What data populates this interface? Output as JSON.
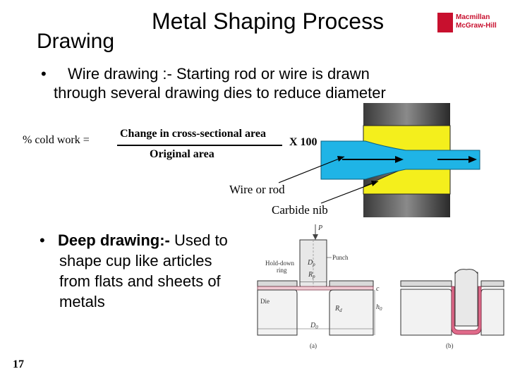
{
  "slide": {
    "title": "Metal Shaping Process",
    "section": "Drawing",
    "logo": {
      "line1": "Macmillan",
      "line2": "McGraw-Hill"
    },
    "page_number": "17"
  },
  "wire_drawing": {
    "bullet": "•",
    "term": "Wire drawing :-",
    "line1_rest": " Starting rod or wire is drawn",
    "line2": "through several drawing dies to reduce diameter"
  },
  "formula": {
    "lhs": "% cold work =",
    "numerator": "Change in cross-sectional area",
    "denominator": "Original area",
    "multiplier": "X 100"
  },
  "die_figure": {
    "labels": {
      "wire": "Wire or rod",
      "nib": "Carbide nib"
    },
    "colors": {
      "nib": "#f4ef1c",
      "wire": "#1fb4e6",
      "die_body": "#2a2a2a"
    }
  },
  "deep_drawing": {
    "bullet": "•",
    "term": "Deep drawing:-",
    "line1_rest": " Used to",
    "line2": "shape cup like articles",
    "line3": "from flats and sheets of",
    "line4": "metals"
  },
  "deep_figure": {
    "labels": {
      "force": "P",
      "punch": "Punch",
      "hold_down": "Hold-down",
      "ring": "ring",
      "die": "Die",
      "punch_diameter": "D",
      "punch_diameter_sub": "p",
      "punch_radius": "R",
      "punch_radius_sub": "p",
      "die_radius": "R",
      "die_radius_sub": "d",
      "clearance": "c",
      "height": "h",
      "height_sub": "0",
      "blank_diameter": "D",
      "blank_diameter_sub": "0",
      "panel_a": "(a)",
      "panel_b": "(b)"
    },
    "colors": {
      "sheet": "#f1c9d2",
      "cup": "#e06a8a"
    }
  }
}
